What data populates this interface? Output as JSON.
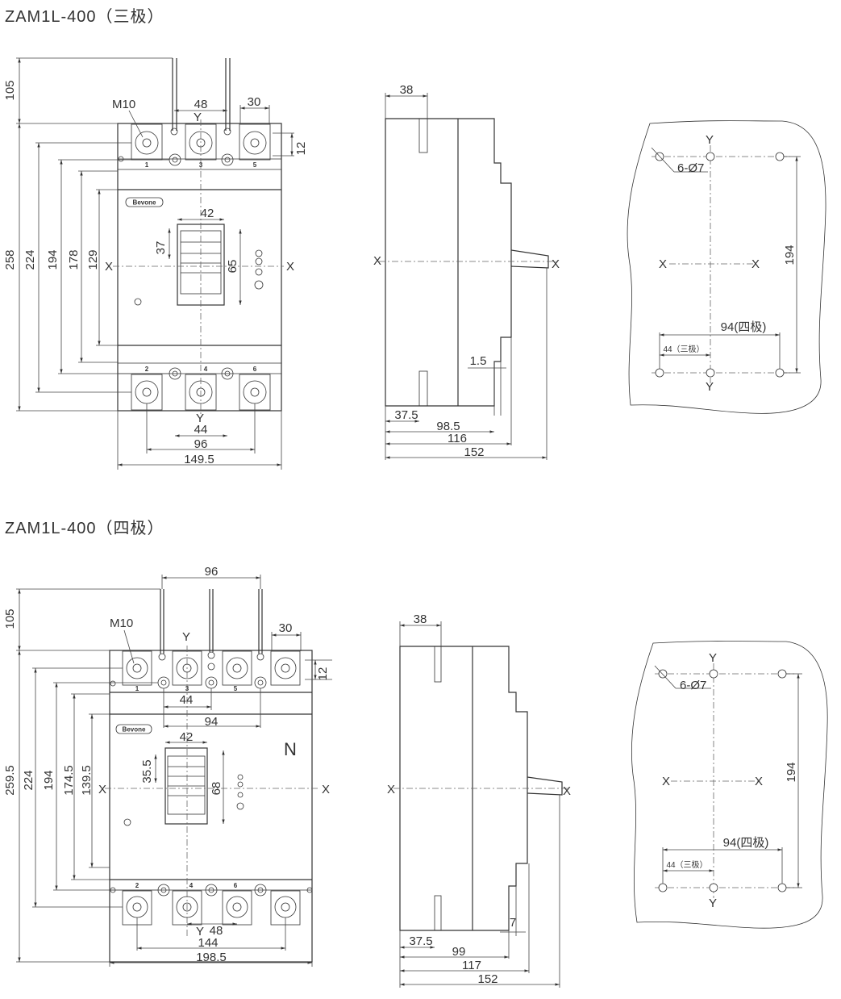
{
  "titles": {
    "three_pole": "ZAM1L-400（三极）",
    "four_pole": "ZAM1L-400（四极）"
  },
  "brand": "Bevone",
  "symbols": {
    "x": "X",
    "y": "Y",
    "n": "N"
  },
  "three_pole": {
    "front": {
      "height_top": "105",
      "thread": "M10",
      "pitch": "48",
      "terminal_w": "30",
      "top_offset": "12",
      "heights": [
        "258",
        "224",
        "194",
        "178",
        "129"
      ],
      "window_w": "42",
      "window_h": "37",
      "window_span": "65",
      "bottom_pitch": "44",
      "bottom_span": "96",
      "width": "149.5",
      "terminals_top": [
        "1",
        "3",
        "5"
      ],
      "terminals_bottom": [
        "2",
        "4",
        "6"
      ]
    },
    "side": {
      "top_w": "38",
      "offset": "1.5",
      "dims": [
        "37.5",
        "98.5",
        "116",
        "152"
      ]
    },
    "mount": {
      "holes": "6-Ø7",
      "height": "194",
      "span_four": "94(四极)",
      "span_three": "44（三极）"
    }
  },
  "four_pole": {
    "front": {
      "height_top": "105",
      "thread": "M10",
      "top_span": "96",
      "terminal_w": "30",
      "top_offset": "12",
      "heights": [
        "259.5",
        "224",
        "194",
        "174.5",
        "139.5"
      ],
      "mid_pitch": "44",
      "mid_span": "94",
      "window_w": "42",
      "window_h": "35.5",
      "window_span": "68",
      "bottom_pitch": "48",
      "bottom_span": "144",
      "width": "198.5",
      "terminals_top": [
        "1",
        "3",
        "5"
      ],
      "terminals_bottom": [
        "2",
        "4",
        "6"
      ]
    },
    "side": {
      "top_w": "38",
      "offset": "7",
      "dims": [
        "37.5",
        "99",
        "117",
        "152"
      ]
    },
    "mount": {
      "holes": "6-Ø7",
      "height": "194",
      "span_four": "94(四极)",
      "span_three": "44（三极）"
    }
  }
}
